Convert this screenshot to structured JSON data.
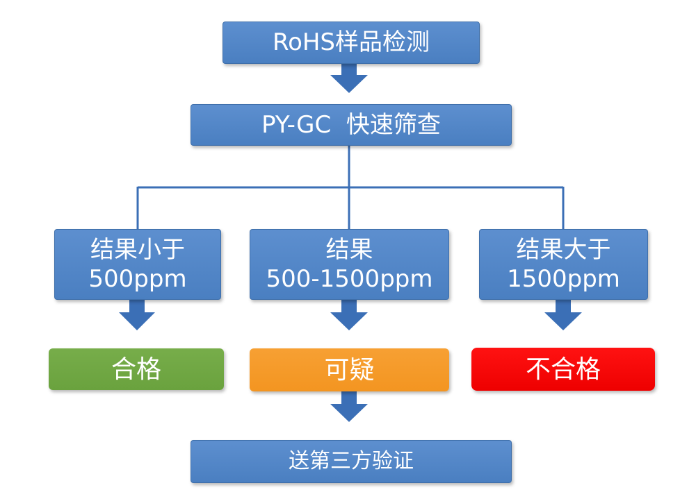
{
  "colors": {
    "box_blue": "#4a7fc1",
    "connector": "#3b6fb6",
    "pass_green": "#6aa23e",
    "doubt_orange": "#f39521",
    "fail_red": "#ee0000",
    "text": "#ffffff"
  },
  "flow": {
    "start": "RoHS样品检测",
    "screening": "PY-GC  快速筛查",
    "branches": [
      {
        "line1": "结果小于",
        "line2": "500ppm",
        "result": "合格"
      },
      {
        "line1": "结果",
        "line2": "500-1500ppm",
        "result": "可疑"
      },
      {
        "line1": "结果大于",
        "line2": "1500ppm",
        "result": "不合格"
      }
    ],
    "verify": "送第三方验证"
  }
}
